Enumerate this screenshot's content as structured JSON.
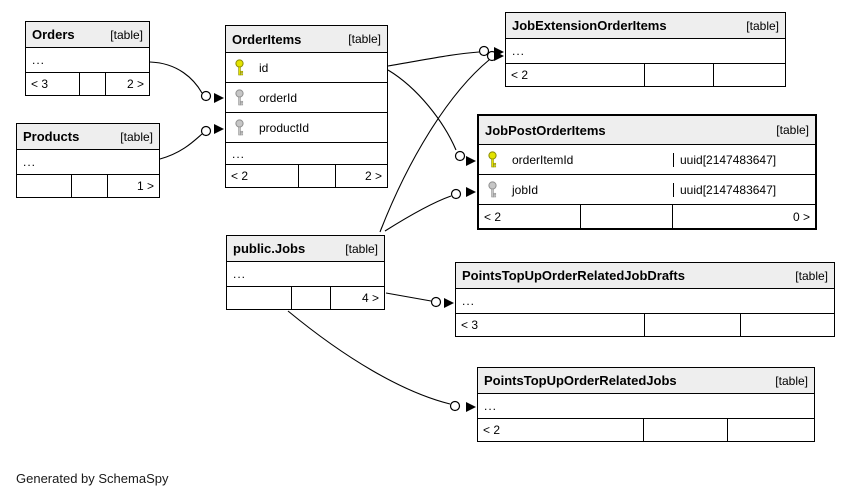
{
  "diagram": {
    "generated_by": "Generated by SchemaSpy",
    "ellipsis": "..."
  },
  "colors": {
    "primary_key": "#e3e300",
    "primary_key_stroke": "#8a8a00",
    "foreign_key": "#c6c6c6",
    "foreign_key_stroke": "#8f8f8f",
    "header_bg": "#eeeeee",
    "border": "#000000"
  },
  "tables": {
    "orders": {
      "name": "Orders",
      "tag": "[table]",
      "ellipsis": "...",
      "footer": {
        "left": "< 3",
        "mid": "",
        "right": "2 >"
      }
    },
    "products": {
      "name": "Products",
      "tag": "[table]",
      "ellipsis": "...",
      "footer": {
        "left": "",
        "mid": "",
        "right": "1 >"
      }
    },
    "order_items": {
      "name": "OrderItems",
      "tag": "[table]",
      "ellipsis": "...",
      "columns": [
        {
          "name": "id",
          "key": "primary-key"
        },
        {
          "name": "orderId",
          "key": "foreign-key"
        },
        {
          "name": "productId",
          "key": "foreign-key"
        }
      ],
      "footer": {
        "left": "< 2",
        "mid": "",
        "right": "2 >"
      }
    },
    "job_extension_order_items": {
      "name": "JobExtensionOrderItems",
      "tag": "[table]",
      "ellipsis": "...",
      "footer": {
        "left": "< 2",
        "mid": "",
        "right": ""
      }
    },
    "job_post_order_items": {
      "name": "JobPostOrderItems",
      "tag": "[table]",
      "columns": [
        {
          "name": "orderItemId",
          "type": "uuid[2147483647]",
          "key": "primary-key"
        },
        {
          "name": "jobId",
          "type": "uuid[2147483647]",
          "key": "foreign-key"
        }
      ],
      "footer": {
        "left": "< 2",
        "mid": "",
        "right": "0 >"
      }
    },
    "public_jobs": {
      "name": "public.Jobs",
      "tag": "[table]",
      "ellipsis": "...",
      "footer": {
        "left": "",
        "mid": "",
        "right": "4 >"
      }
    },
    "points_topup_order_related_job_drafts": {
      "name": "PointsTopUpOrderRelatedJobDrafts",
      "tag": "[table]",
      "ellipsis": "...",
      "footer": {
        "left": "< 3",
        "mid": "",
        "right": ""
      }
    },
    "points_topup_order_related_jobs": {
      "name": "PointsTopUpOrderRelatedJobs",
      "tag": "[table]",
      "ellipsis": "...",
      "footer": {
        "left": "< 2",
        "mid": "",
        "right": ""
      }
    }
  },
  "relationships": [
    {
      "parent": "Orders",
      "child": "OrderItems.orderId"
    },
    {
      "parent": "Products",
      "child": "OrderItems.productId"
    },
    {
      "parent": "OrderItems.id",
      "child": "JobExtensionOrderItems"
    },
    {
      "parent": "OrderItems.id",
      "child": "JobPostOrderItems.orderItemId"
    },
    {
      "parent": "public.Jobs",
      "child": "JobExtensionOrderItems"
    },
    {
      "parent": "public.Jobs",
      "child": "JobPostOrderItems.jobId"
    },
    {
      "parent": "public.Jobs",
      "child": "PointsTopUpOrderRelatedJobDrafts"
    },
    {
      "parent": "public.Jobs",
      "child": "PointsTopUpOrderRelatedJobs"
    }
  ]
}
